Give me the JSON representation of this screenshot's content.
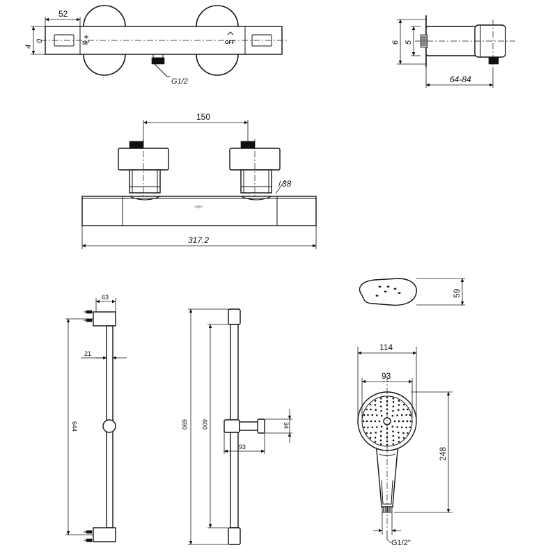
{
  "top_view": {
    "dim_width": "52",
    "dim_height": "4",
    "dim_height_b": "0",
    "label_temp": "38°",
    "label_off": "OFF",
    "label_thread": "G1/2"
  },
  "side_view": {
    "dim_a": "6",
    "dim_b": "5",
    "dim_depth": "64-84"
  },
  "front_view": {
    "dim_centers": "150",
    "dim_diameter": "38",
    "dim_length": "317.2"
  },
  "rail_side": {
    "dim_top": "63",
    "dim_offset": "21",
    "dim_height": "644"
  },
  "rail_front": {
    "dim_total": "690",
    "dim_inner": "600",
    "dim_slider": "34",
    "dim_slider_depth": "93"
  },
  "hand_shower": {
    "dim_thickness": "59",
    "dim_width": "114",
    "dim_face": "93",
    "dim_length": "248",
    "dim_thread": "G1/2\""
  },
  "icons": [
    "temperature-knob-icon",
    "off-symbol-icon"
  ]
}
